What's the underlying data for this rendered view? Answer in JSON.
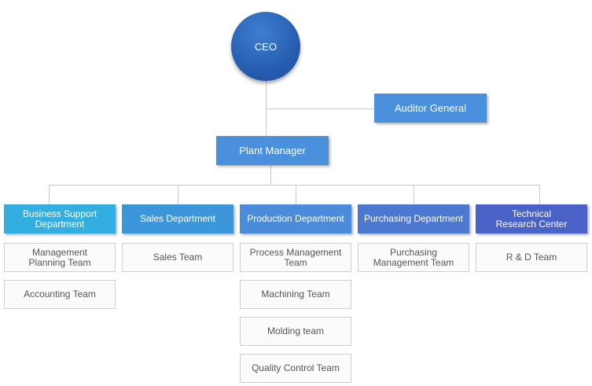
{
  "ceo": "CEO",
  "auditor": "Auditor General",
  "plant_manager": "Plant Manager",
  "departments": [
    {
      "name": "Business Support\nDepartment",
      "color": "#33aee0",
      "teams": [
        "Management\nPlanning Team",
        "Accounting Team"
      ]
    },
    {
      "name": "Sales Department",
      "color": "#3d96d9",
      "teams": [
        "Sales Team"
      ]
    },
    {
      "name": "Production Department",
      "color": "#4b8cda",
      "teams": [
        "Process Management\nTeam",
        "Machining Team",
        "Molding team",
        "Quality Control Team"
      ]
    },
    {
      "name": "Purchasing Department",
      "color": "#4d78cf",
      "teams": [
        "Purchasing\nManagement Team"
      ]
    },
    {
      "name": "Technical\nResearch Center",
      "color": "#4a62c7",
      "teams": [
        "R & D Team"
      ]
    }
  ]
}
